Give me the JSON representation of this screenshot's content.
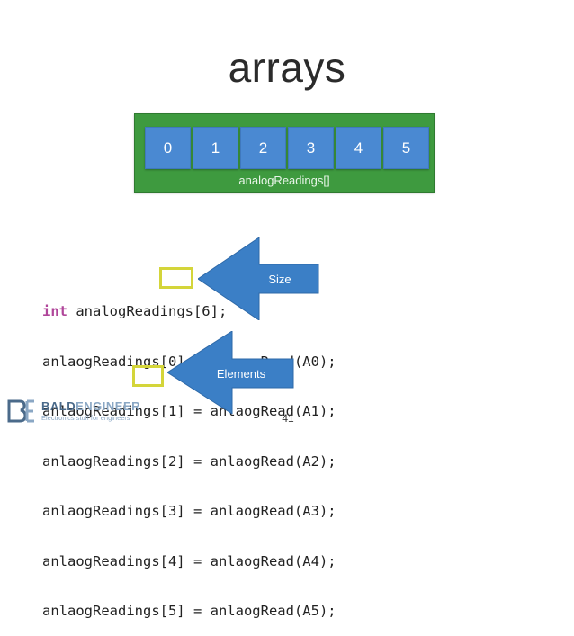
{
  "title": "arrays",
  "array": {
    "indices": [
      "0",
      "1",
      "2",
      "3",
      "4",
      "5"
    ],
    "label": "analogReadings[]"
  },
  "code": {
    "keyword": "int",
    "lines": [
      " analogReadings[6];",
      "anlaogReadings[0] = anlaogRead(A0);",
      "anlaogReadings[1] = anlaogRead(A1);",
      "anlaogReadings[2] = anlaogRead(A2);",
      "anlaogReadings[3] = anlaogRead(A3);",
      "anlaogReadings[4] = anlaogRead(A4);",
      "anlaogReadings[5] = anlaogRead(A5);"
    ]
  },
  "callouts": {
    "size": "Size",
    "elements": "Elements"
  },
  "footer": {
    "brand_bold": "BALD",
    "brand_light": "ENGINEER",
    "tagline": "Electronics stuff for engineers",
    "page_number": "41"
  },
  "colors": {
    "panel_green": "#3e9a3f",
    "cell_blue": "#4a89d2",
    "highlight_yellow": "#d4d53a",
    "arrow_blue": "#3b7fc6"
  }
}
